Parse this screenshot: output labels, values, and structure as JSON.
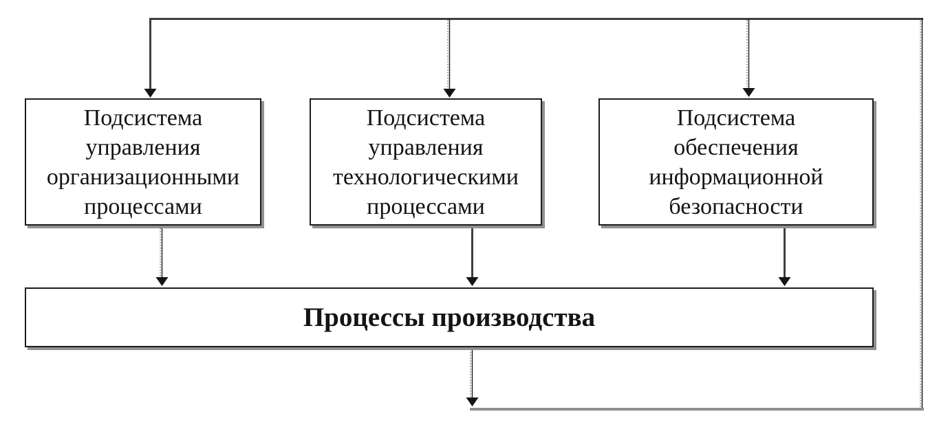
{
  "subsystem_boxes": [
    {
      "id": "subsystem-1",
      "lines": [
        "Подсистема",
        "управления",
        "организационными",
        "процессами"
      ]
    },
    {
      "id": "subsystem-2",
      "lines": [
        "Подсистема",
        "управления",
        "технологическими",
        "процессами"
      ]
    },
    {
      "id": "subsystem-3",
      "lines": [
        "Подсистема",
        "обеспечения",
        "информационной",
        "безопасности"
      ]
    }
  ],
  "production_box": {
    "label": "Процессы производства"
  },
  "connectors": [
    {
      "from": "feedback-top-line",
      "to": "subsystem-1",
      "style": "thick-solid",
      "arrow": "down"
    },
    {
      "from": "feedback-top-line",
      "to": "subsystem-2",
      "style": "thin-dotted",
      "arrow": "down"
    },
    {
      "from": "feedback-top-line",
      "to": "subsystem-3",
      "style": "thin-dotted",
      "arrow": "down"
    },
    {
      "from": "subsystem-1",
      "to": "production-box",
      "style": "thin-dotted",
      "arrow": "down"
    },
    {
      "from": "subsystem-2",
      "to": "production-box",
      "style": "thick-solid",
      "arrow": "down"
    },
    {
      "from": "subsystem-3",
      "to": "production-box",
      "style": "thick-solid",
      "arrow": "down"
    },
    {
      "from": "production-box",
      "to": "feedback-bottom-line",
      "style": "thin-dotted",
      "arrow": "down"
    },
    {
      "from": "feedback-bottom-line",
      "to": "feedback-top-line",
      "style": "loop-right-side",
      "arrow": "none"
    }
  ],
  "colors": {
    "background": "#ffffff",
    "box_border": "#1c1c1c",
    "box_shadow": "#909090",
    "text": "#141414",
    "thick_line": "#3f3f3f",
    "thin_line": "#1a1a1a",
    "feedback_bottom_line": "#8f8f8f",
    "arrowhead": "#151515"
  }
}
